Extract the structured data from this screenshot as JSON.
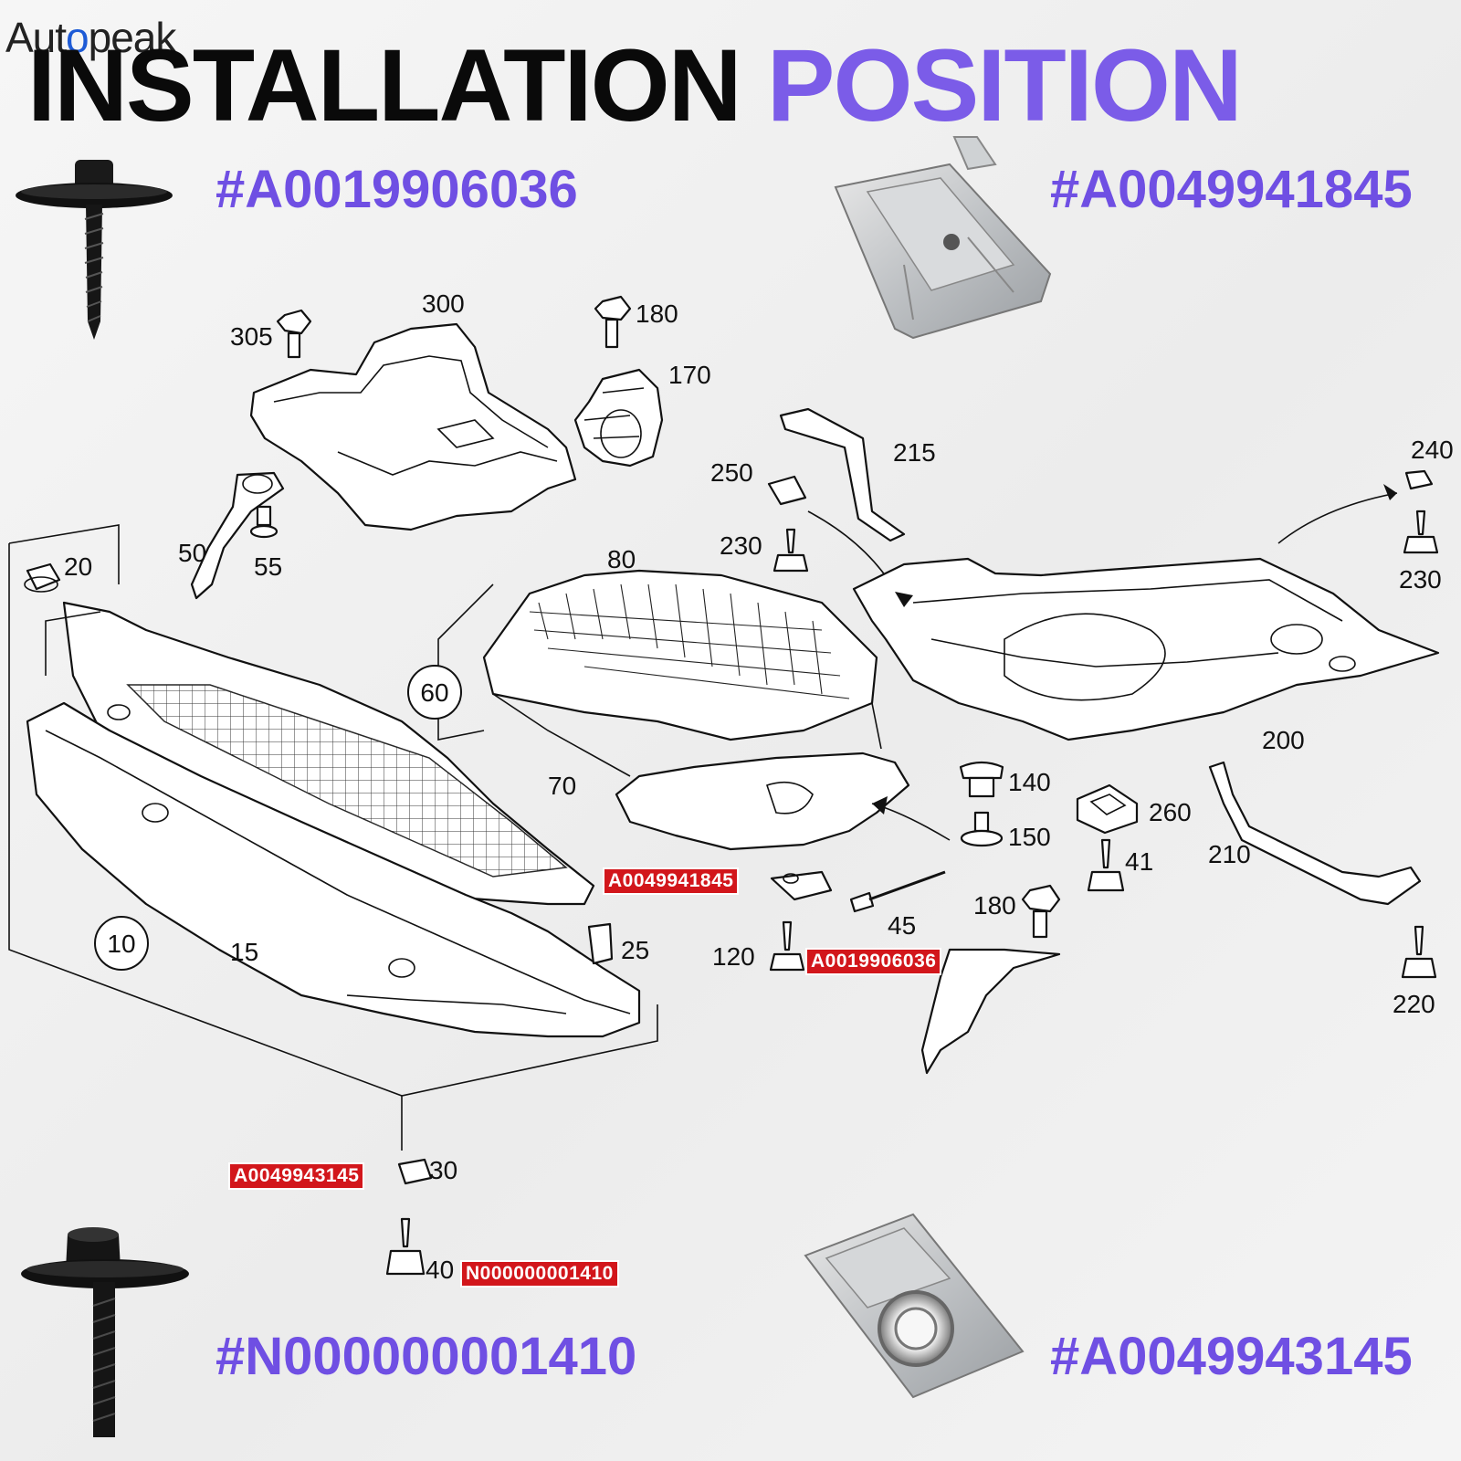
{
  "brand": {
    "prefix": "Aut",
    "accent": "o",
    "suffix": "peak"
  },
  "title": {
    "primary": "INSTALLATION",
    "accent": "POSITION"
  },
  "colors": {
    "accent": "#7b5ce8",
    "code": "#6f4fe3",
    "tag": "#d2161b",
    "brand_o": "#1e5bd6"
  },
  "products": [
    {
      "code": "#A0019906036",
      "icon": "flange-screw-icon"
    },
    {
      "code": "#A0049941845",
      "icon": "clip-nut-icon"
    },
    {
      "code": "#N000000001410",
      "icon": "flange-bolt-icon"
    },
    {
      "code": "#A0049943145",
      "icon": "speed-nut-icon"
    }
  ],
  "callouts": {
    "c305": "305",
    "c300": "300",
    "c180a": "180",
    "c170": "170",
    "c215": "215",
    "c250": "250",
    "c240": "240",
    "c230a": "230",
    "c230b": "230",
    "c20": "20",
    "c50": "50",
    "c55": "55",
    "c80": "80",
    "c60": "60",
    "c200": "200",
    "c70": "70",
    "c140": "140",
    "c150": "150",
    "c260": "260",
    "c41": "41",
    "c210": "210",
    "c45": "45",
    "c180b": "180",
    "c10": "10",
    "c15": "15",
    "c25": "25",
    "c120": "120",
    "c220": "220",
    "c30": "30",
    "c40": "40"
  },
  "tags": {
    "t1": "A0049941845",
    "t2": "A0019906036",
    "t3": "A0049943145",
    "t4": "N000000001410"
  }
}
